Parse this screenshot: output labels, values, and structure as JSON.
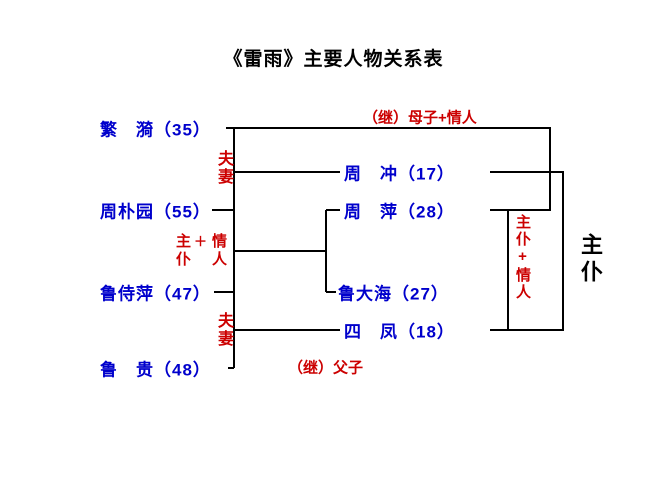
{
  "title": "《雷雨》主要人物关系表",
  "colors": {
    "character_name": "#0000cc",
    "relation_label": "#cc0000",
    "line": "#000000",
    "background": "#ffffff"
  },
  "characters": {
    "fanyi": "繁　漪（35）",
    "zhou_chong": "周　冲（17）",
    "zhou_puyuan": "周朴园（55）",
    "zhou_ping": "周　萍（28）",
    "lu_shiping": "鲁侍萍（47）",
    "lu_dahai": "鲁大海（27）",
    "si_feng": "四　凤（18）",
    "lu_gui": "鲁　贵（48）"
  },
  "relations": {
    "couple_top": "夫妻",
    "master_servant_col": "主仆",
    "plus": "＋",
    "lovers_col": "情人",
    "couple_bottom": "夫妻",
    "step_mother_son_lovers": "（继）母子+情人",
    "step_father_son": "（继）父子",
    "master_servant_lovers_right": "主仆+情人",
    "master_servant_big": "主仆"
  }
}
